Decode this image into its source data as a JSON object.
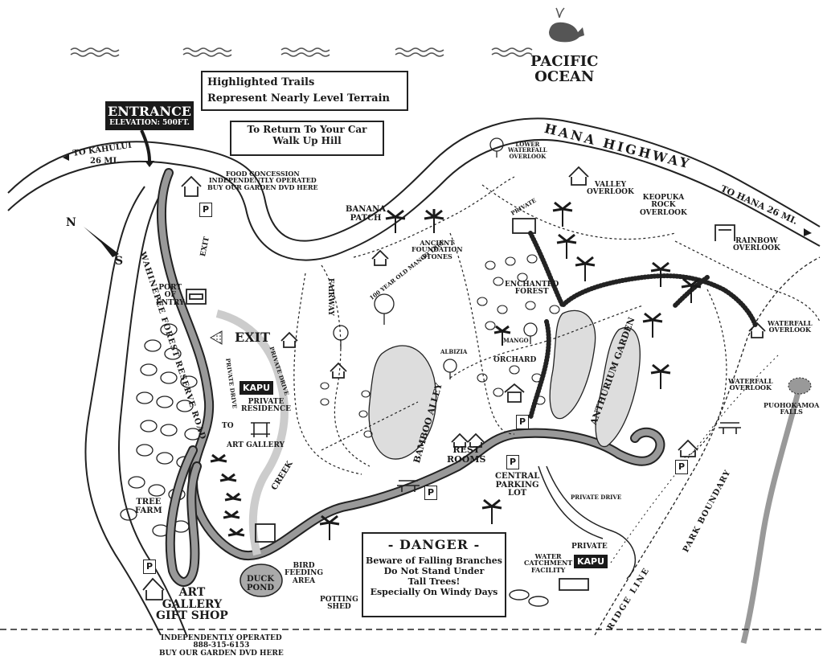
{
  "ocean": {
    "line1": "PACIFIC",
    "line2": "OCEAN"
  },
  "legend": {
    "trails": "Highlighted Trails",
    "terrain": "Represent Nearly Level Terrain"
  },
  "return_note": {
    "line1": "To Return To Your Car",
    "line2": "Walk Up Hill"
  },
  "entrance": {
    "title": "ENTRANCE",
    "elevation": "ELEVATION: 500FT."
  },
  "roads": {
    "kahului": "TO KAHULUI",
    "kahului_dist": "26 MI.",
    "hana_highway": "HANA HIGHWAY",
    "to_hana": "TO HANA 26 MI.",
    "wahinepee": "WAHINEPEE FOREST RESERVE ROAD",
    "private_drive_1": "PRIVATE DRIVE",
    "private_drive_2": "PRIVATE DRIVE",
    "private_drive_3": "PRIVATE DRIVE",
    "exit_road": "EXIT",
    "ridge_line": "RIDGE LINE",
    "park_boundary": "PARK BOUNDARY",
    "bamboo_alley": "BAMBOO ALLEY",
    "fairway": "FAIRWAY",
    "creek": "CREEK",
    "anthurium": "ANTHURIUM GARDEN",
    "mango_tree": "100 YEAR OLD MANGO TREE"
  },
  "compass": {
    "n": "N",
    "s": "S"
  },
  "places": {
    "food_1": "FOOD CONCESSION",
    "food_2": "INDEPENDENTLY OPERATED",
    "food_3": "BUY OUR GARDEN DVD HERE",
    "banana_1": "BANANA",
    "banana_2": "PATCH",
    "ancient_1": "ANCIENT",
    "ancient_2": "FOUNDATION",
    "ancient_3": "STONES",
    "lower_wf_1": "LOWER",
    "lower_wf_2": "WATERFALL",
    "lower_wf_3": "OVERLOOK",
    "private": "PRIVATE",
    "valley_1": "VALLEY",
    "valley_2": "OVERLOOK",
    "keopuka_1": "KEOPUKA",
    "keopuka_2": "ROCK",
    "keopuka_3": "OVERLOOK",
    "rainbow_1": "RAINBOW",
    "rainbow_2": "OVERLOOK",
    "wf_ov_1": "WATERFALL",
    "wf_ov_2": "OVERLOOK",
    "wf_ov2_1": "WATERFALL",
    "wf_ov2_2": "OVERLOOK",
    "puoho_1": "PUOHOKAMOA",
    "puoho_2": "FALLS",
    "enchanted_1": "ENCHANTED",
    "enchanted_2": "FOREST",
    "mango": "MANGO",
    "albizia": "ALBIZIA",
    "orchard": "ORCHARD",
    "port_1": "PORT",
    "port_2": "OF",
    "port_3": "ENTRY",
    "exit": "EXIT",
    "kapu_1": "KAPU",
    "residence_1": "PRIVATE",
    "residence_2": "RESIDENCE",
    "to": "TO",
    "art_gallery_small": "ART GALLERY",
    "rest_1": "REST",
    "rest_2": "ROOMS",
    "central_1": "CENTRAL",
    "central_2": "PARKING",
    "central_3": "LOT",
    "tree_1": "TREE",
    "tree_2": "FARM",
    "duck_1": "DUCK",
    "duck_2": "POND",
    "bird_1": "BIRD",
    "bird_2": "FEEDING",
    "bird_3": "AREA",
    "potting_1": "POTTING",
    "potting_2": "SHED",
    "water_1": "WATER",
    "water_2": "CATCHMENT",
    "water_3": "FACILITY",
    "private_kapu_label": "PRIVATE",
    "kapu_2": "KAPU",
    "parking": "P"
  },
  "gift_shop": {
    "line1": "ART",
    "line2": "GALLERY",
    "line3": "GIFT SHOP",
    "line4": "INDEPENDENTLY OPERATED",
    "phone": "888-315-6153",
    "line6": "BUY OUR GARDEN DVD HERE"
  },
  "danger": {
    "title": "- DANGER -",
    "line1": "Beware of Falling Branches",
    "line2": "Do Not Stand Under",
    "line3": "Tall Trees!",
    "line4": "Especially On Windy Days"
  }
}
